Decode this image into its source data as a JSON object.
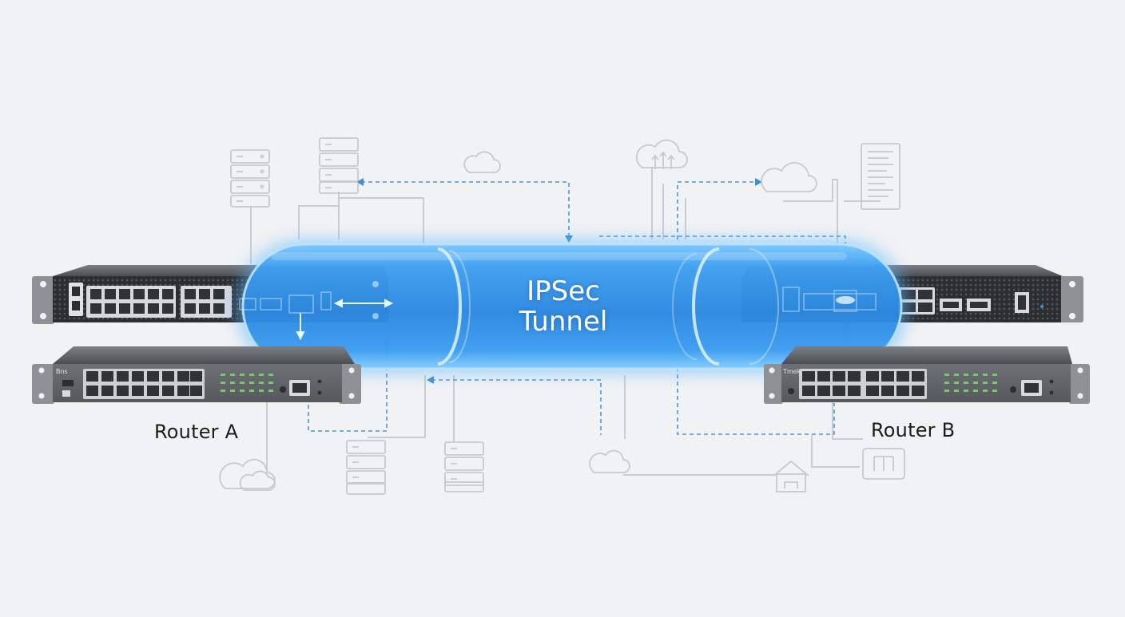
{
  "tunnel": {
    "line1": "IPSec",
    "line2": "Tunnel"
  },
  "routers": [
    {
      "name": "Router A",
      "badge": "Bns"
    },
    {
      "name": "Router B",
      "badge": "Tmek"
    }
  ],
  "colors": {
    "background": "#f1f2f3",
    "tunnel_blue": "#2f8fe3",
    "tunnel_glow": "#6cc3ff",
    "dash_blue": "#3b8fd6",
    "icon_gray": "#c8ccd0",
    "chassis_dark": "#3a3d41",
    "chassis_light": "#6e7175",
    "port_led": "#7bc86c"
  },
  "icons": [
    "server-rack-icon",
    "cloud-icon",
    "cloud-upload-icon",
    "document-list-icon",
    "home-network-icon",
    "network-node-icon"
  ]
}
